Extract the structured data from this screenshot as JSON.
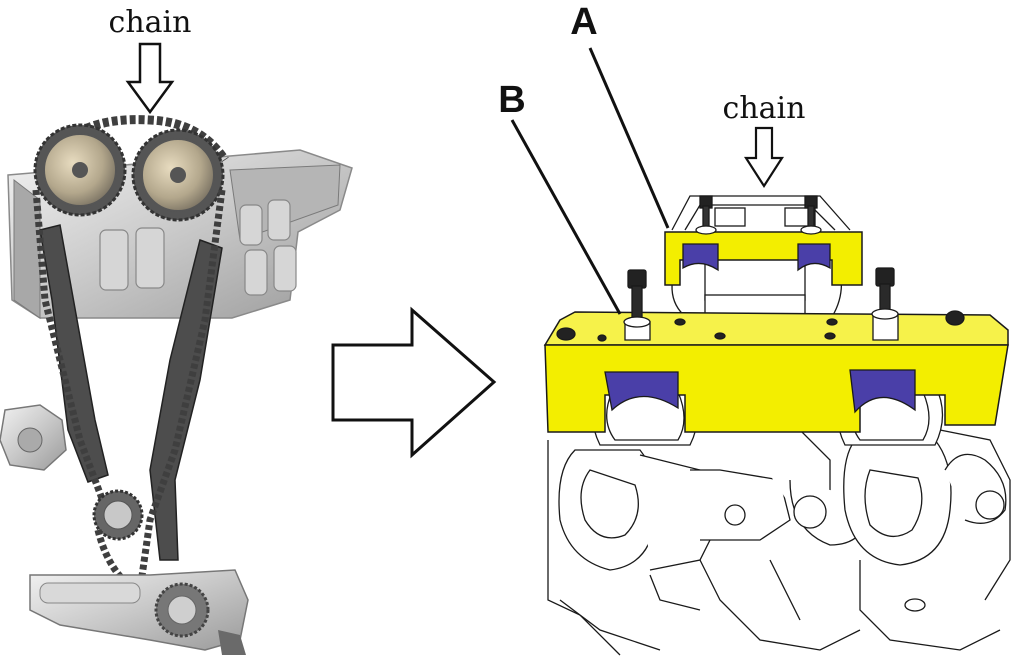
{
  "labels": {
    "chain_left": "chain",
    "chain_right": "chain",
    "label_a": "A",
    "label_b": "B"
  },
  "colors": {
    "block_yellow": "#f3ee00",
    "block_yellow_dark": "#d8cf00",
    "cam_blue": "#4a3fa8",
    "outline": "#1a1a1a",
    "engine_gray": "#c9c9c9",
    "chain_dark": "#4a4a4a"
  }
}
